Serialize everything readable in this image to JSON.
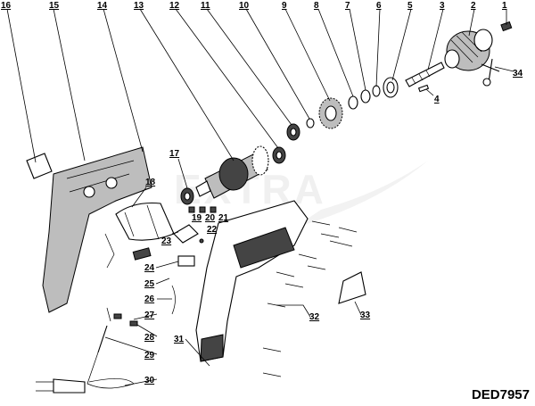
{
  "diagram": {
    "model_code": "DED7957",
    "watermark_text": "EXTRA",
    "callouts": [
      {
        "id": "1",
        "label": "1"
      },
      {
        "id": "2",
        "label": "2"
      },
      {
        "id": "3",
        "label": "3"
      },
      {
        "id": "4",
        "label": "4"
      },
      {
        "id": "5",
        "label": "5"
      },
      {
        "id": "6",
        "label": "6"
      },
      {
        "id": "7",
        "label": "7"
      },
      {
        "id": "8",
        "label": "8"
      },
      {
        "id": "9",
        "label": "9"
      },
      {
        "id": "10",
        "label": "10"
      },
      {
        "id": "11",
        "label": "11"
      },
      {
        "id": "12",
        "label": "12"
      },
      {
        "id": "13",
        "label": "13"
      },
      {
        "id": "14",
        "label": "14"
      },
      {
        "id": "15",
        "label": "15"
      },
      {
        "id": "16",
        "label": "16"
      },
      {
        "id": "17",
        "label": "17"
      },
      {
        "id": "18",
        "label": "18"
      },
      {
        "id": "19",
        "label": "19"
      },
      {
        "id": "20",
        "label": "20"
      },
      {
        "id": "21",
        "label": "21"
      },
      {
        "id": "22",
        "label": "22"
      },
      {
        "id": "23",
        "label": "23"
      },
      {
        "id": "24",
        "label": "24"
      },
      {
        "id": "25",
        "label": "25"
      },
      {
        "id": "26",
        "label": "26"
      },
      {
        "id": "27",
        "label": "27"
      },
      {
        "id": "28",
        "label": "28"
      },
      {
        "id": "29",
        "label": "29"
      },
      {
        "id": "30",
        "label": "30"
      },
      {
        "id": "31",
        "label": "31"
      },
      {
        "id": "32",
        "label": "32"
      },
      {
        "id": "33",
        "label": "33"
      },
      {
        "id": "34",
        "label": "34"
      }
    ]
  }
}
